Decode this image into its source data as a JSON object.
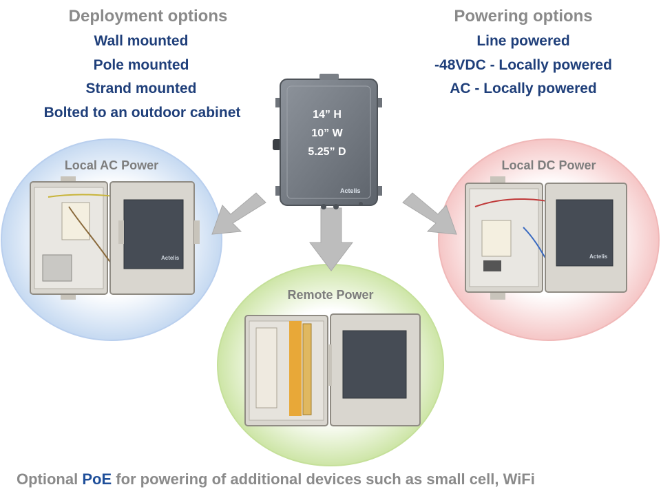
{
  "left": {
    "heading": "Deployment options",
    "items": [
      "Wall mounted",
      "Pole mounted",
      "Strand mounted",
      "Bolted to an outdoor cabinet"
    ]
  },
  "right": {
    "heading": "Powering options",
    "items": [
      "Line powered",
      "-48VDC - Locally powered",
      "AC - Locally powered"
    ]
  },
  "device": {
    "dims": [
      "14” H",
      "10” W",
      "5.25” D"
    ],
    "logo": "Actelis"
  },
  "circles": {
    "ac": {
      "label": "Local AC Power",
      "logo": "Actelis",
      "color": "#bcd3ee"
    },
    "remote": {
      "label": "Remote Power",
      "color": "#cfe6a8"
    },
    "dc": {
      "label": "Local DC Power",
      "logo": "Actelis",
      "color": "#f4c4c4"
    }
  },
  "footer": {
    "prefix": "Optional ",
    "highlight": "PoE",
    "suffix": " for powering of additional devices such as small cell, WiFi"
  },
  "colors": {
    "heading": "#8a8a8a",
    "option": "#1f3f7a",
    "arrow": "#b8b8b8",
    "highlight": "#1f4f9a"
  }
}
